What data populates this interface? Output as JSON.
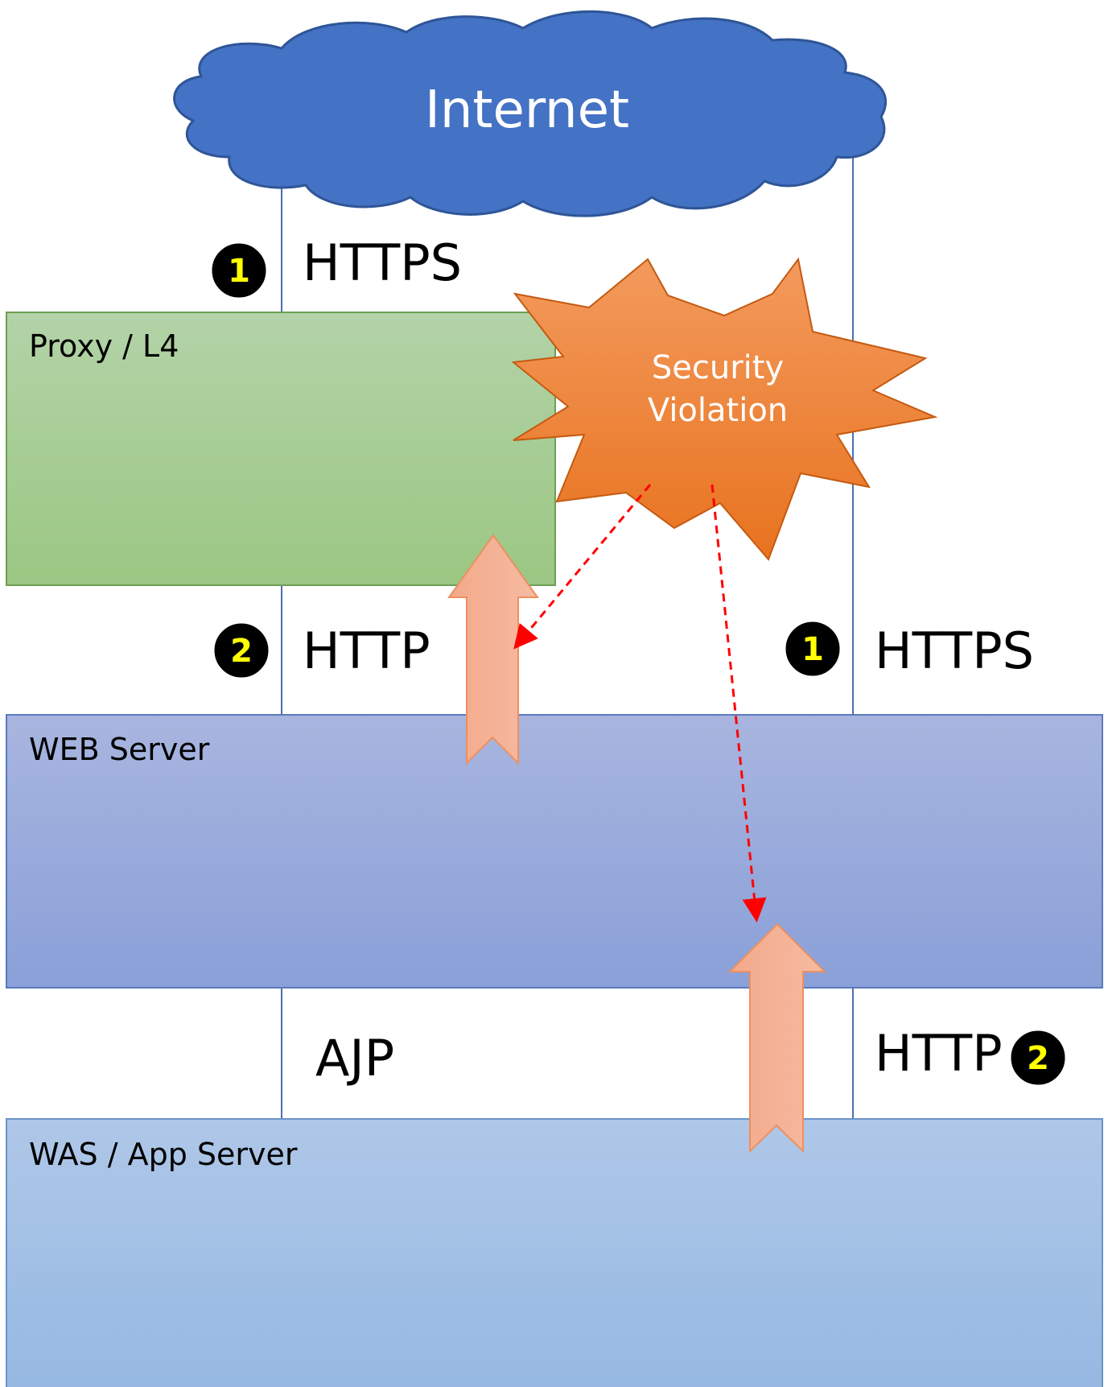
{
  "cloud": {
    "label": "Internet",
    "color": "#4472C4"
  },
  "layers": [
    {
      "id": "proxy",
      "label": "Proxy / L4",
      "color_top": "#B3D3A8",
      "color_bottom": "#9BC783",
      "border": "#6E9F55"
    },
    {
      "id": "web",
      "label": "WEB Server",
      "color_top": "#A8B5DF",
      "color_bottom": "#8AA0D8",
      "border": "#5B79BE"
    },
    {
      "id": "was",
      "label": "WAS / App Server",
      "color_top": "#AFC7E8",
      "color_bottom": "#95B8E2",
      "border": "#6A93C8"
    }
  ],
  "protocols": {
    "left_top": {
      "badge": "1",
      "label": "HTTPS"
    },
    "left_mid": {
      "badge": "2",
      "label": "HTTP"
    },
    "left_bottom": {
      "label": "AJP"
    },
    "right_mid": {
      "badge": "1",
      "label": "HTTPS"
    },
    "right_bottom": {
      "badge": "2",
      "label": "HTTP"
    }
  },
  "burst": {
    "line1": "Security",
    "line2": "Violation",
    "color": "#ED7D31"
  },
  "colors": {
    "badge_fill": "#000000",
    "badge_text": "#FFFF00",
    "arrow_fill": "#F4B097",
    "arrow_stroke": "#EE8F5F",
    "dashed": "#FF0000",
    "line": "#4A6FB5"
  }
}
